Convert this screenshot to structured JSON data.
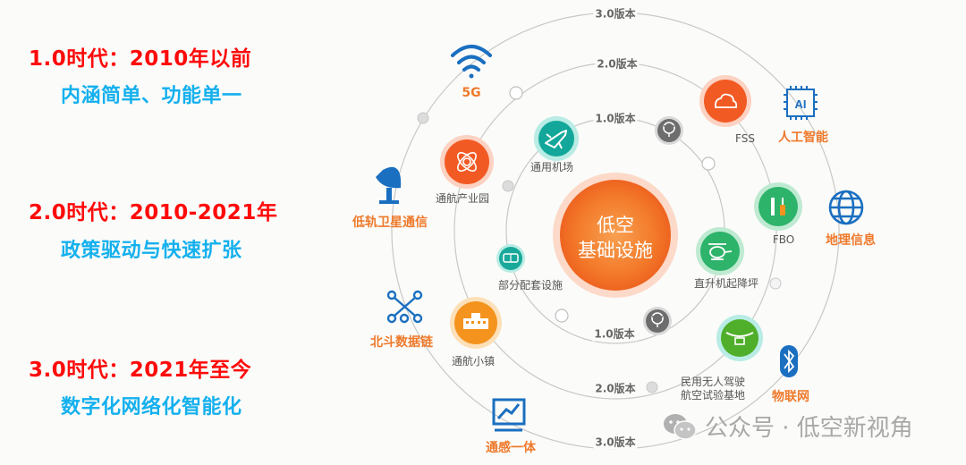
{
  "eras": [
    {
      "title": "1.0时代：2010年以前",
      "desc": "内涵简单、功能单一"
    },
    {
      "title": "2.0时代：2010-2021年",
      "desc": "政策驱动与快速扩张"
    },
    {
      "title": "3.0时代：2021年至今",
      "desc": "数字化网络化智能化"
    }
  ],
  "center": {
    "line1": "低空",
    "line2": "基础设施"
  },
  "rings": {
    "v1": "1.0版本",
    "v2": "2.0版本",
    "v3": "3.0版本"
  },
  "nodes_v1": [
    {
      "label": "通用机场"
    },
    {
      "label": "部分配套设施"
    },
    {
      "label": "直升机起降坪"
    }
  ],
  "nodes_v2": [
    {
      "label": "通航产业园"
    },
    {
      "label": "通航小镇"
    },
    {
      "label": "FSS"
    },
    {
      "label": "FBO"
    },
    {
      "label": "民用无人驾驶",
      "label2": "航空试验基地"
    }
  ],
  "tech_v3": [
    {
      "label": "5G",
      "icon": "wifi-icon"
    },
    {
      "label": "低轨卫星通信",
      "icon": "satellite-dish-icon"
    },
    {
      "label": "北斗数据链",
      "icon": "network-nodes-icon"
    },
    {
      "label": "通感一体",
      "icon": "monitor-chart-icon"
    },
    {
      "label": "人工智能",
      "icon": "ai-chip-icon"
    },
    {
      "label": "地理信息",
      "icon": "globe-icon"
    },
    {
      "label": "物联网",
      "icon": "bluetooth-icon"
    }
  ],
  "watermark": {
    "text": "公众号 · 低空新视角"
  },
  "colors": {
    "era_title": "#ff0a0a",
    "era_desc": "#14b0ee",
    "center": "#f37a2a",
    "teal": "#12a79a",
    "green": "#2db36a",
    "orange_red": "#f25a24",
    "orange": "#f4931e",
    "tech_label": "#ee7a2c",
    "icon_blue": "#1a6fc0"
  }
}
